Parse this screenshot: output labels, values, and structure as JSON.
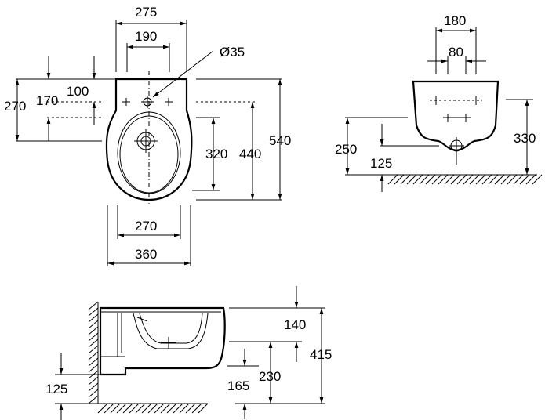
{
  "top_view": {
    "width_275": "275",
    "width_190": "190",
    "diameter_35": "Ø35",
    "left_100": "100",
    "left_170": "170",
    "left_270": "270",
    "right_320": "320",
    "right_440": "440",
    "right_540": "540",
    "bottom_270": "270",
    "bottom_360": "360"
  },
  "rear_view": {
    "width_180": "180",
    "width_80": "80",
    "height_250": "250",
    "height_125": "125",
    "height_330": "330"
  },
  "side_view": {
    "height_140": "140",
    "height_415": "415",
    "height_165": "165",
    "height_230": "230",
    "height_125": "125"
  }
}
